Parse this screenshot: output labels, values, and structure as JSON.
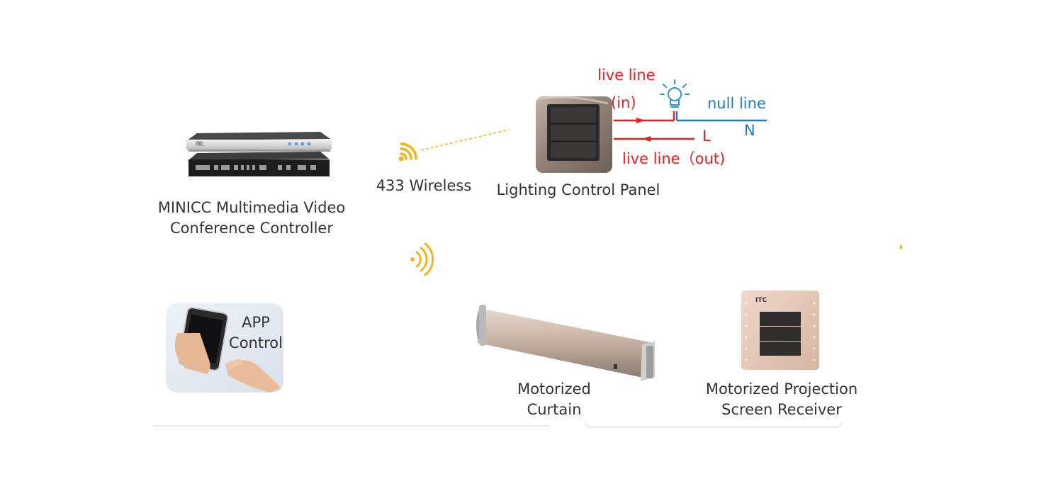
{
  "controller": {
    "line1": "MINICC Multimedia Video",
    "line2": "Conference Controller",
    "logo": "ITC"
  },
  "wireless": {
    "label": "433 Wireless"
  },
  "panel": {
    "label": "Lighting Control Panel"
  },
  "wiring": {
    "live_in_1": "live line",
    "live_in_2": "(in)",
    "null_line": "null line",
    "n": "N",
    "l": "L",
    "live_out": "live line（out)",
    "colors": {
      "live": "#ee1c1c",
      "null": "#1f78d1",
      "wireless": "#f5b31a"
    }
  },
  "app": {
    "line1": "APP",
    "line2": "Control"
  },
  "curtain": {
    "line1": "Motorized",
    "line2": "Curtain"
  },
  "projection": {
    "line1": "Motorized Projection",
    "line2": "Screen Receiver",
    "logo": "ITC"
  }
}
